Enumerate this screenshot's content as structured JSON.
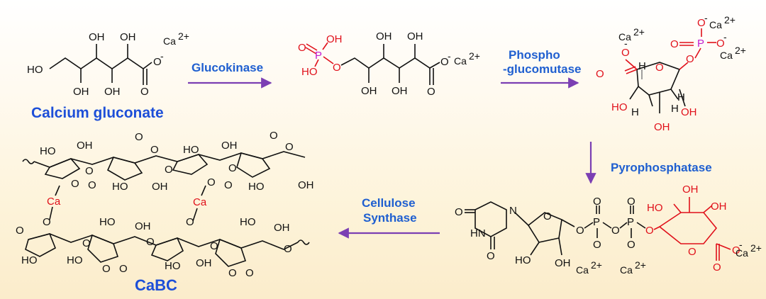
{
  "labels": {
    "calcium_gluconate": "Calcium gluconate",
    "cabc": "CaBC",
    "glucokinase": "Glucokinase",
    "phosphoglucomutase_1": "Phospho",
    "phosphoglucomutase_2": "-glucomutase",
    "pyrophosphatase": "Pyrophosphatase",
    "cellulose_synthase_1": "Cellulose",
    "cellulose_synthase_2": "Synthase"
  },
  "atoms": {
    "OH": "OH",
    "HO": "HO",
    "O": "O",
    "O_minus": "O",
    "P": "P",
    "H": "H",
    "N": "N",
    "HN": "HN",
    "Ca": "Ca",
    "Ca2": "Ca",
    "charge2": "2+",
    "minus": "-"
  },
  "colors": {
    "title_blue": "#1d4fd8",
    "enzyme_blue": "#1f5fd0",
    "arrow_purple": "#7b3fb3",
    "oxygen_red": "#e0101a",
    "phosphorus_magenta": "#c21bd1"
  }
}
